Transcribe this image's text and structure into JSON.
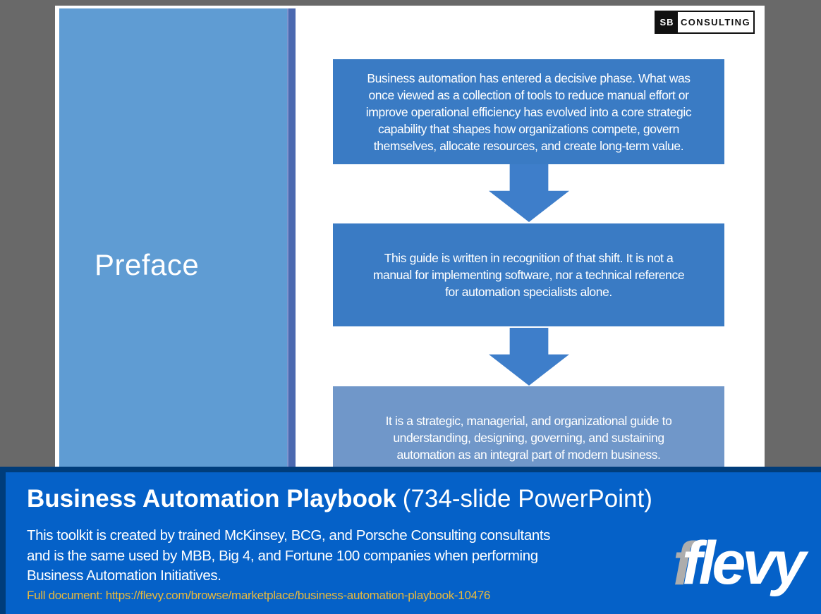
{
  "page": {
    "background_color": "#696969"
  },
  "slide": {
    "consulting_logo": {
      "monogram": "SB",
      "label": "CONSULTING"
    },
    "preface_label": "Preface",
    "flow_boxes": [
      {
        "color": "#3A7BC4",
        "lines": [
          "Business automation has entered a decisive phase. What was",
          "once viewed as a collection of tools to reduce manual effort or",
          "improve operational efficiency has evolved into a core strategic",
          "capability that shapes how organizations compete, govern",
          "themselves, allocate resources, and create long-term value."
        ]
      },
      {
        "color": "#3A7BC4",
        "lines": [
          "This guide is written in recognition of that shift. It is not a",
          "manual for implementing software, nor a technical reference",
          "for automation specialists alone."
        ]
      },
      {
        "color": "#7097C9",
        "lines": [
          "It is a strategic, managerial, and organizational guide to",
          "understanding, designing, governing, and sustaining",
          "automation as an integral part of modern business."
        ]
      }
    ],
    "panel_color": "#5F9CD3",
    "stripe_color": "#4B69B0",
    "arrow_color": "#3E7ECA"
  },
  "banner": {
    "title_bold": "Business Automation Playbook",
    "title_regular": "(734-slide PowerPoint)",
    "description_lines": [
      "This toolkit is created by trained McKinsey, BCG, and Porsche Consulting consultants",
      "and is the same used by MBB, Big 4, and Fortune 100 companies when performing",
      "Business Automation Initiatives."
    ],
    "link_text": "Full document: https://flevy.com/browse/marketplace/business-automation-playbook-10476",
    "brand_name": "flevy",
    "brand_shadow_letter": "f",
    "colors": {
      "background": "#0561C8",
      "border": "#003D7B",
      "link": "#E9B93C"
    }
  }
}
